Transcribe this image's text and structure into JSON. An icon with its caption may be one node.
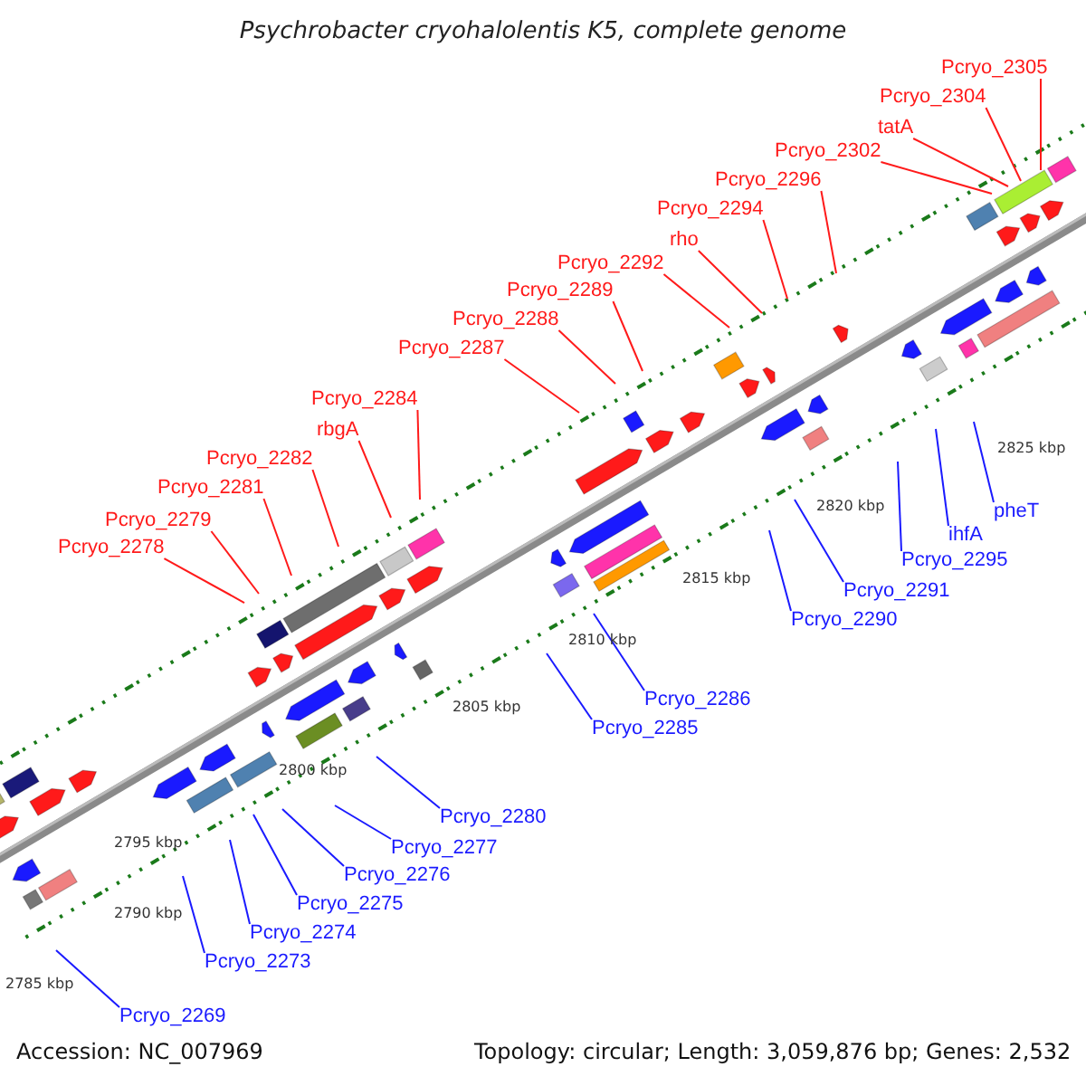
{
  "diagram": {
    "title": "Psychrobacter cryohalolentis K5, complete genome",
    "nodes": [
      {
        "text": [
          "Pcryo_2305"
        ]
      },
      {
        "text": [
          "Pcryo_2304"
        ]
      },
      {
        "text": [
          "tatA"
        ]
      },
      {
        "text": [
          "Pcryo_2302"
        ]
      },
      {
        "text": [
          "Pcryo_2296"
        ]
      },
      {
        "text": [
          "Pcryo_2294"
        ]
      },
      {
        "text": [
          "rho"
        ]
      },
      {
        "text": [
          "Pcryo_2292"
        ]
      },
      {
        "text": [
          "Pcryo_2289"
        ]
      },
      {
        "text": [
          "Pcryo_2288"
        ]
      },
      {
        "text": [
          "Pcryo_2287"
        ]
      },
      {
        "text": [
          "Pcryo_2284"
        ]
      },
      {
        "text": [
          "rbgA"
        ]
      },
      {
        "text": [
          "Pcryo_2282"
        ]
      },
      {
        "text": [
          "Pcryo_2281"
        ]
      },
      {
        "text": [
          "Pcryo_2279"
        ]
      },
      {
        "text": [
          "Pcryo_2278"
        ]
      },
      {
        "text": [
          "pheT"
        ]
      },
      {
        "text": [
          "ihfA"
        ]
      },
      {
        "text": [
          "Pcryo_2295"
        ]
      },
      {
        "text": [
          "Pcryo_2291"
        ]
      },
      {
        "text": [
          "Pcryo_2290"
        ]
      },
      {
        "text": [
          "Pcryo_2286"
        ]
      },
      {
        "text": [
          "Pcryo_2285"
        ]
      },
      {
        "text": [
          "Pcryo_2280"
        ]
      },
      {
        "text": [
          "Pcryo_2277"
        ]
      },
      {
        "text": [
          "Pcryo_2276"
        ]
      },
      {
        "text": [
          "Pcryo_2275"
        ]
      },
      {
        "text": [
          "Pcryo_2274"
        ]
      },
      {
        "text": [
          "Pcryo_2273"
        ]
      },
      {
        "text": [
          "Pcryo_2269"
        ]
      }
    ],
    "edges": [
      {
        "from": 0,
        "to": null,
        "arrow": "none"
      },
      {
        "from": 1,
        "to": null,
        "arrow": "none"
      },
      {
        "from": 2,
        "to": null,
        "arrow": "none"
      },
      {
        "from": 3,
        "to": null,
        "arrow": "none"
      },
      {
        "from": 4,
        "to": null,
        "arrow": "none"
      },
      {
        "from": 5,
        "to": null,
        "arrow": "none"
      },
      {
        "from": 6,
        "to": null,
        "arrow": "none"
      },
      {
        "from": 7,
        "to": null,
        "arrow": "none"
      },
      {
        "from": 8,
        "to": null,
        "arrow": "none"
      },
      {
        "from": 9,
        "to": null,
        "arrow": "none"
      },
      {
        "from": 10,
        "to": null,
        "arrow": "none"
      },
      {
        "from": 11,
        "to": null,
        "arrow": "none"
      },
      {
        "from": 12,
        "to": null,
        "arrow": "none"
      },
      {
        "from": 13,
        "to": null,
        "arrow": "none"
      },
      {
        "from": 14,
        "to": null,
        "arrow": "none"
      },
      {
        "from": 15,
        "to": null,
        "arrow": "none"
      },
      {
        "from": 16,
        "to": null,
        "arrow": "none"
      },
      {
        "from": 17,
        "to": null,
        "arrow": "none",
        "color": "#1a1aff"
      },
      {
        "from": 18,
        "to": null,
        "arrow": "none",
        "color": "#1a1aff"
      },
      {
        "from": 19,
        "to": null,
        "arrow": "none",
        "color": "#1a1aff"
      },
      {
        "from": 20,
        "to": null,
        "arrow": "none",
        "color": "#1a1aff"
      },
      {
        "from": 21,
        "to": null,
        "arrow": "none",
        "color": "#1a1aff"
      },
      {
        "from": 22,
        "to": null,
        "arrow": "none",
        "color": "#1a1aff"
      },
      {
        "from": 23,
        "to": null,
        "arrow": "none",
        "color": "#1a1aff"
      },
      {
        "from": 24,
        "to": null,
        "arrow": "none",
        "color": "#1a1aff"
      },
      {
        "from": 25,
        "to": null,
        "arrow": "none",
        "color": "#1a1aff"
      },
      {
        "from": 26,
        "to": null,
        "arrow": "none",
        "color": "#1a1aff"
      },
      {
        "from": 27,
        "to": null,
        "arrow": "none",
        "color": "#1a1aff"
      },
      {
        "from": 28,
        "to": null,
        "arrow": "none",
        "color": "#1a1aff"
      },
      {
        "from": 29,
        "to": null,
        "arrow": "none",
        "color": "#1a1aff"
      },
      {
        "from": 30,
        "to": null,
        "arrow": "none",
        "color": "#1a1aff"
      }
    ],
    "labels": [
      "2825 kbp",
      "2820 kbp",
      "2815 kbp",
      "2810 kbp",
      "2805 kbp",
      "2800 kbp",
      "2795 kbp",
      "2790 kbp",
      "2785 kbp",
      "Accession: NC_007969",
      "Topology: circular; Length: 3,059,876 bp; Genes: 2,532"
    ]
  }
}
